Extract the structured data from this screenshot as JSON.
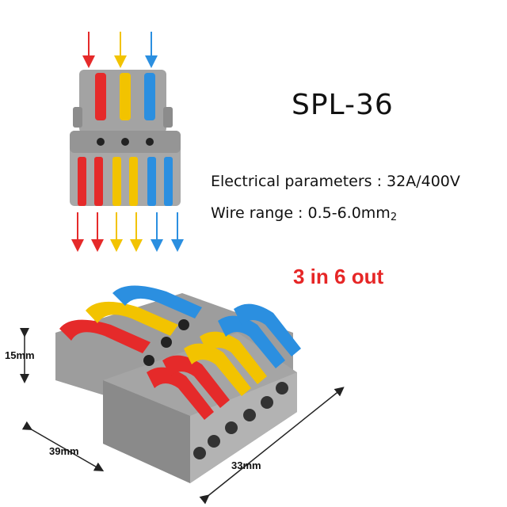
{
  "product": {
    "model": "SPL-36",
    "params_label": "Electrical parameters : 32A/400V",
    "wire_label": "Wire range : 0.5-6.0mm",
    "wire_unit_suffix": "2",
    "ratio_label": "3 in 6 out"
  },
  "dimensions": {
    "height": "15mm",
    "width": "39mm",
    "depth": "33mm"
  },
  "colors": {
    "red": "#e52a2a",
    "yellow": "#f2c300",
    "blue": "#2b8fe0",
    "housing": "#9b9b9b",
    "ratio_text": "#e62626"
  }
}
